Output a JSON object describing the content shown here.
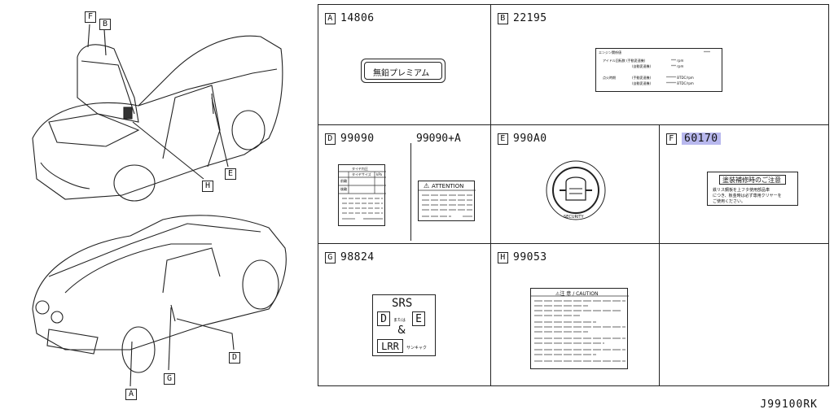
{
  "diagram": {
    "code": "J99100RK",
    "callouts": {
      "F": "F",
      "B": "B",
      "H": "H",
      "E": "E",
      "D": "D",
      "G": "G",
      "A": "A"
    },
    "cells": {
      "A": {
        "letter": "A",
        "part": "14806",
        "label": "無鉛プレミアム"
      },
      "B": {
        "letter": "B",
        "part": "22195",
        "label_lines": [
          "エンジン関係値",
          "****",
          "アイドル回転数 (手動変速機)",
          "*** rpm",
          "(自動変速機)",
          "*** rpm",
          "点火時期",
          "(手動変速機)",
          "****** BTDC/rpm",
          "(自動変速機)",
          "****** BTDC/rpm"
        ]
      },
      "D": {
        "letter": "D",
        "part": "99090",
        "part2": "99090+A",
        "label_title": "タイヤ内圧",
        "label_sub": "タイヤサイズ",
        "label_kpa": "kPa",
        "row1": "前輪",
        "row2": "後輪",
        "attention": "ATTENTION"
      },
      "E": {
        "letter": "E",
        "part": "990A0",
        "ring_text": "SECURITY"
      },
      "F": {
        "letter": "F",
        "part": "60170",
        "label_title": "塗装補修時のご注意",
        "label_lines": [
          "鉄リス鋼板を上フタ使用部品車",
          "につき、板金時は必ず専用クリヤーを",
          "ご使用ください。"
        ]
      },
      "G": {
        "letter": "G",
        "part": "98824",
        "srs": "SRS",
        "d": "D",
        "mata": "または",
        "e": "E",
        "amp": "&",
        "lrr": "LRR",
        "sankyaku": "サンキャク"
      },
      "H": {
        "letter": "H",
        "part": "99053",
        "caution": "⚠注 意 / CAUTION"
      }
    }
  }
}
